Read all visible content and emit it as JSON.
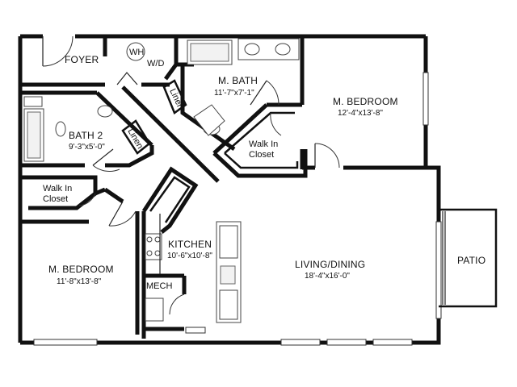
{
  "rooms": {
    "foyer": {
      "name": "FOYER"
    },
    "water_heater": {
      "name": "WH"
    },
    "washer_dryer": {
      "name": "W/D"
    },
    "master_bath": {
      "name": "M. BATH",
      "dims": "11'-7\"x7'-1\""
    },
    "master_bedroom_right": {
      "name": "M. BEDROOM",
      "dims": "12'-4\"x13'-8\""
    },
    "linen_top": {
      "name": "Linen"
    },
    "walk_in_closet_right": {
      "name_line1": "Walk In",
      "name_line2": "Closet"
    },
    "bath2": {
      "name": "BATH 2",
      "dims": "9'-3\"x5'-0\""
    },
    "linen_left": {
      "name": "Linen"
    },
    "walk_in_closet_left": {
      "name_line1": "Walk In",
      "name_line2": "Closet"
    },
    "kitchen": {
      "name": "KITCHEN",
      "dims": "10'-6\"x10'-8\""
    },
    "mech": {
      "name": "MECH"
    },
    "master_bedroom_left": {
      "name": "M. BEDROOM",
      "dims": "11'-8\"x13'-8\""
    },
    "living_dining": {
      "name": "LIVING/DINING",
      "dims": "18'-4\"x16'-0\""
    },
    "patio": {
      "name": "PATIO"
    }
  }
}
